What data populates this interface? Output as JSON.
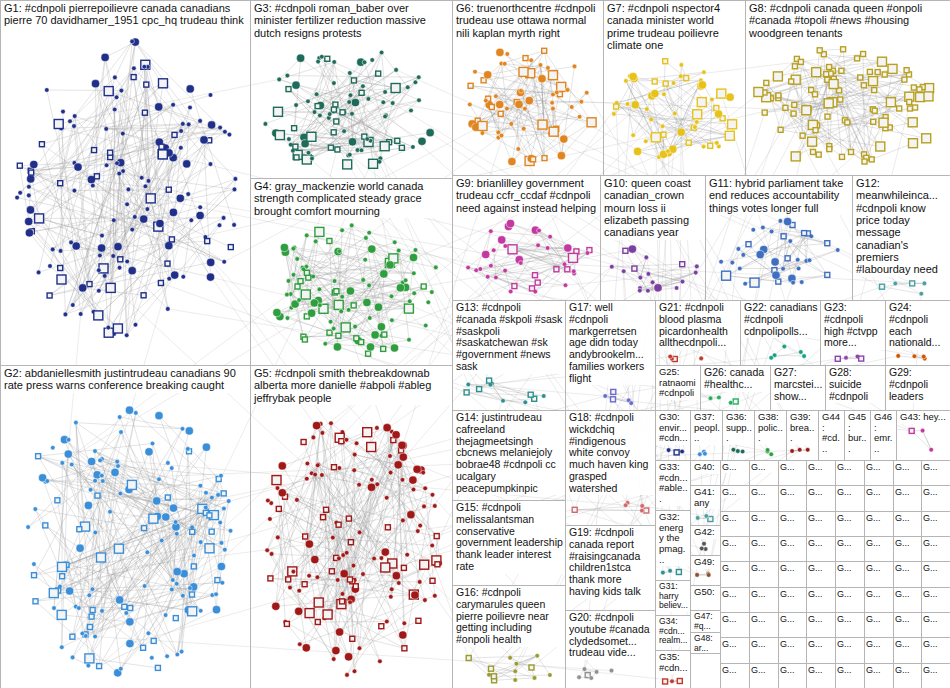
{
  "diagram": {
    "nodes": [
      {
        "text": [
          "G1: #cdnpoli pierrepoilievre canada canadians pierre 70 davidhamer_1951 cpc_hq trudeau think"
        ]
      },
      {
        "text": [
          "G2: abdaniellesmith justintrudeau canadians 90 rate press warns conference breaking caught"
        ]
      },
      {
        "text": [
          "G3: #cdnpoli roman_baber over minister fertilizer reduction massive dutch resigns protests"
        ]
      },
      {
        "text": [
          "G4: gray_mackenzie world canada strength complicated steady grace brought comfort mourning"
        ]
      },
      {
        "text": [
          "G5: #cdnpoli smith thebreakdownab alberta more danielle #abpoli #ableg jeffrybak people"
        ]
      },
      {
        "text": [
          "G6: truenorthcentre #cdnpoli trudeau use ottawa normal nili kaplan myrth right"
        ]
      },
      {
        "text": [
          "G7: #cdnpoli nspector4 canada minister world prime trudeau poilievre climate one"
        ]
      },
      {
        "text": [
          "G8: #cdnpoli canada queen #onpoli #canada #topoli #news #housing woodgreen tenants"
        ]
      },
      {
        "text": [
          "G9: brianlilley government trudeau ccfr_ccdaf #cdnpoli need against instead helping"
        ]
      },
      {
        "text": [
          "G10: queen coast canadian_crown mourn loss ii elizabeth passing canadians year"
        ]
      },
      {
        "text": [
          "G11: hybrid parliament take end reduces accountability things votes longer full"
        ]
      },
      {
        "text": [
          "G12: meanwhileinca... #cdnpoli know price today message canadian's premiers #labourday need"
        ]
      },
      {
        "text": [
          "G13: #cdnpoli #canada #skpoli #sask #saskpoli #saskatchewan #sk #government #news sask"
        ]
      },
      {
        "text": [
          "G14: justintrudeau cafreeland thejagmeetsingh cbcnews melaniejoly bobrae48 #cdnpoli cc ucalgary peacepumpkinpic"
        ]
      },
      {
        "text": [
          "G15: #cdnpoli melissalantsman conservative government leadership thank leader interest rate"
        ]
      },
      {
        "text": [
          "G16: #cdnpoli carymarules queen pierre poilievre near getting including #onpoli health"
        ]
      },
      {
        "text": [
          "G17: well #cdnpoli markgerretsen age didn today andybrookelm... families workers flight"
        ]
      },
      {
        "text": [
          "G18: #cdnpoli wickdchiq #indigenous white convoy much haven king grasped watershed"
        ]
      },
      {
        "text": [
          "G19: #cdnpoli canada report #raisingcanada children1stca thank more having kids talk"
        ]
      },
      {
        "text": [
          "G20: #cdnpoli youtube #canada clydedsomet... trudeau vide..."
        ]
      },
      {
        "text": [
          "G21: #cdnpoli blood plasma picardonhealth allthecdnpoli..."
        ]
      },
      {
        "text": [
          "G22: canadians #cdnpoli cdnpolipolls..."
        ]
      },
      {
        "text": [
          "G23: #cdnpoli high #ctvpp more..."
        ]
      },
      {
        "text": [
          "G24: #cdnpoli each nationald..."
        ]
      },
      {
        "text": [
          "G25: ratnaomi #cdnpoli"
        ]
      },
      {
        "text": [
          "G26: canada #healthc..."
        ]
      },
      {
        "text": [
          "G27: marcstei... show..."
        ]
      },
      {
        "text": [
          "G28: suicide #cdnpoli"
        ]
      },
      {
        "text": [
          "G29: #cdnpoli leaders"
        ]
      },
      {
        "text": [
          "G30: envir... #cdn..."
        ]
      },
      {
        "text": [
          "G37: peopl..."
        ]
      },
      {
        "text": [
          "G36: supp..."
        ]
      },
      {
        "text": [
          "G38: polic..."
        ]
      },
      {
        "text": [
          "G39: brea..."
        ]
      },
      {
        "text": [
          "G44: #cd..."
        ]
      },
      {
        "text": [
          "G45: bur..."
        ]
      },
      {
        "text": [
          "G46: emr..."
        ]
      },
      {
        "text": [
          "G43: hey..."
        ]
      },
      {
        "text": [
          "G33: #cdn... #able..."
        ]
      },
      {
        "text": [
          "G40:"
        ]
      },
      {
        "text": [
          "G41: any"
        ]
      },
      {
        "text": [
          "G32: energy the pmag..."
        ]
      },
      {
        "text": [
          "G42:"
        ]
      },
      {
        "text": [
          "G49:"
        ]
      },
      {
        "text": [
          "G31: harry believ..."
        ]
      },
      {
        "text": [
          "G50:"
        ]
      },
      {
        "text": [
          "G34: #cdn... realm..."
        ]
      },
      {
        "text": [
          "G47: #q..."
        ]
      },
      {
        "text": [
          "G48: ar..."
        ]
      },
      {
        "text": [
          "G35: #cdn..."
        ]
      },
      {
        "text": [
          "G..."
        ]
      },
      {
        "text": [
          "G..."
        ]
      },
      {
        "text": [
          "G..."
        ]
      },
      {
        "text": [
          "G..."
        ]
      },
      {
        "text": [
          "G..."
        ]
      },
      {
        "text": [
          "G..."
        ]
      },
      {
        "text": [
          "G..."
        ]
      },
      {
        "text": [
          "G..."
        ]
      },
      {
        "text": [
          "G..."
        ]
      },
      {
        "text": [
          "G..."
        ]
      },
      {
        "text": [
          "G..."
        ]
      },
      {
        "text": [
          "G..."
        ]
      },
      {
        "text": [
          "G..."
        ]
      },
      {
        "text": [
          "G..."
        ]
      },
      {
        "text": [
          "G..."
        ]
      },
      {
        "text": [
          "G..."
        ]
      },
      {
        "text": [
          "G..."
        ]
      },
      {
        "text": [
          "G..."
        ]
      },
      {
        "text": [
          "G..."
        ]
      },
      {
        "text": [
          "G..."
        ]
      },
      {
        "text": [
          "G..."
        ]
      },
      {
        "text": [
          "G..."
        ]
      },
      {
        "text": [
          "G..."
        ]
      },
      {
        "text": [
          "G..."
        ]
      },
      {
        "text": [
          "G..."
        ]
      },
      {
        "text": [
          "G..."
        ]
      },
      {
        "text": [
          "G..."
        ]
      },
      {
        "text": [
          "G..."
        ]
      },
      {
        "text": [
          "G..."
        ]
      },
      {
        "text": [
          "G..."
        ]
      },
      {
        "text": [
          "G..."
        ]
      },
      {
        "text": [
          "G..."
        ]
      },
      {
        "text": [
          "G..."
        ]
      },
      {
        "text": [
          "G..."
        ]
      },
      {
        "text": [
          "G..."
        ]
      },
      {
        "text": [
          "G..."
        ]
      },
      {
        "text": [
          "G..."
        ]
      },
      {
        "text": [
          "G..."
        ]
      },
      {
        "text": [
          "G..."
        ]
      },
      {
        "text": [
          "G..."
        ]
      },
      {
        "text": [
          "G..."
        ]
      },
      {
        "text": [
          "G..."
        ]
      },
      {
        "text": [
          "G..."
        ]
      },
      {
        "text": [
          "G..."
        ]
      },
      {
        "text": [
          "G..."
        ]
      },
      {
        "text": [
          "G..."
        ]
      },
      {
        "text": [
          "G..."
        ]
      },
      {
        "text": [
          "G..."
        ]
      },
      {
        "text": [
          "G..."
        ]
      },
      {
        "text": [
          "G..."
        ]
      },
      {
        "text": [
          "G..."
        ]
      },
      {
        "text": [
          "G..."
        ]
      },
      {
        "text": [
          "G..."
        ]
      },
      {
        "text": [
          "G..."
        ]
      },
      {
        "text": [
          "G..."
        ]
      },
      {
        "text": [
          "G..."
        ]
      },
      {
        "text": [
          "G..."
        ]
      },
      {
        "text": [
          "G..."
        ]
      },
      {
        "text": [
          "G..."
        ]
      },
      {
        "text": [
          "G..."
        ]
      },
      {
        "text": [
          "G..."
        ]
      },
      {
        "text": [
          "G..."
        ]
      },
      {
        "text": [
          "G..."
        ]
      },
      {
        "text": [
          "G..."
        ]
      },
      {
        "text": [
          "G..."
        ]
      },
      {
        "text": [
          "G..."
        ]
      },
      {
        "text": [
          "G..."
        ]
      },
      {
        "text": [
          "G..."
        ]
      },
      {
        "text": [
          "G..."
        ]
      },
      {
        "text": [
          "G..."
        ]
      },
      {
        "text": [
          "G..."
        ]
      },
      {
        "text": [
          "G..."
        ]
      }
    ]
  }
}
